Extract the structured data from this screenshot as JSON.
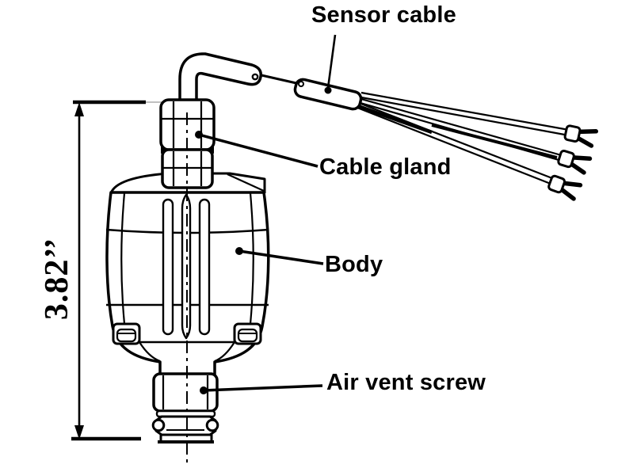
{
  "figure": {
    "type": "technical-line-drawing",
    "subject": "level sensor with cable, gland, body and air vent screw",
    "background_color": "#ffffff",
    "line_color": "#000000",
    "dimension": {
      "value": "3.82’’",
      "orientation": "vertical"
    },
    "callouts": [
      {
        "id": "sensor_cable",
        "label": "Sensor cable"
      },
      {
        "id": "cable_gland",
        "label": "Cable gland"
      },
      {
        "id": "body",
        "label": "Body"
      },
      {
        "id": "air_vent_screw",
        "label": "Air vent screw"
      }
    ],
    "wire_terminal_count": 3
  }
}
